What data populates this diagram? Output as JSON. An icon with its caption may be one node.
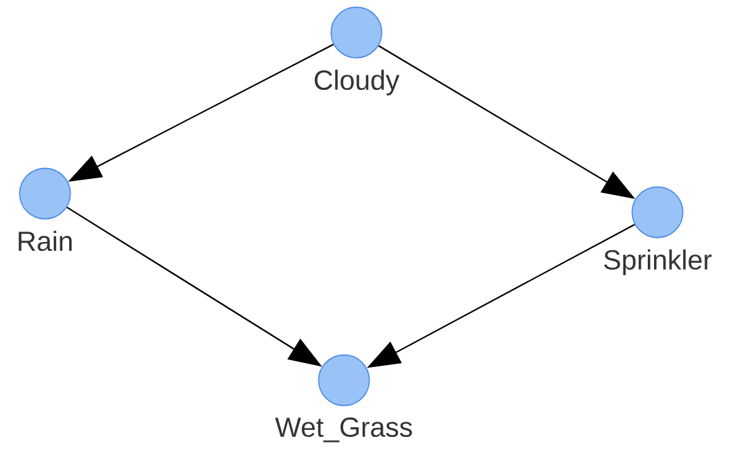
{
  "diagram": {
    "nodes": [
      {
        "text": [
          "Cloudy"
        ]
      },
      {
        "text": [
          "Rain"
        ]
      },
      {
        "text": [
          "Sprinkler"
        ]
      },
      {
        "text": [
          "Wet_Grass"
        ]
      }
    ],
    "edges": [
      {
        "from": 0,
        "to": 1,
        "arrow": "to"
      },
      {
        "from": 0,
        "to": 2,
        "arrow": "to"
      },
      {
        "from": 1,
        "to": 3,
        "arrow": "to"
      },
      {
        "from": 2,
        "to": 3,
        "arrow": "to"
      }
    ]
  }
}
